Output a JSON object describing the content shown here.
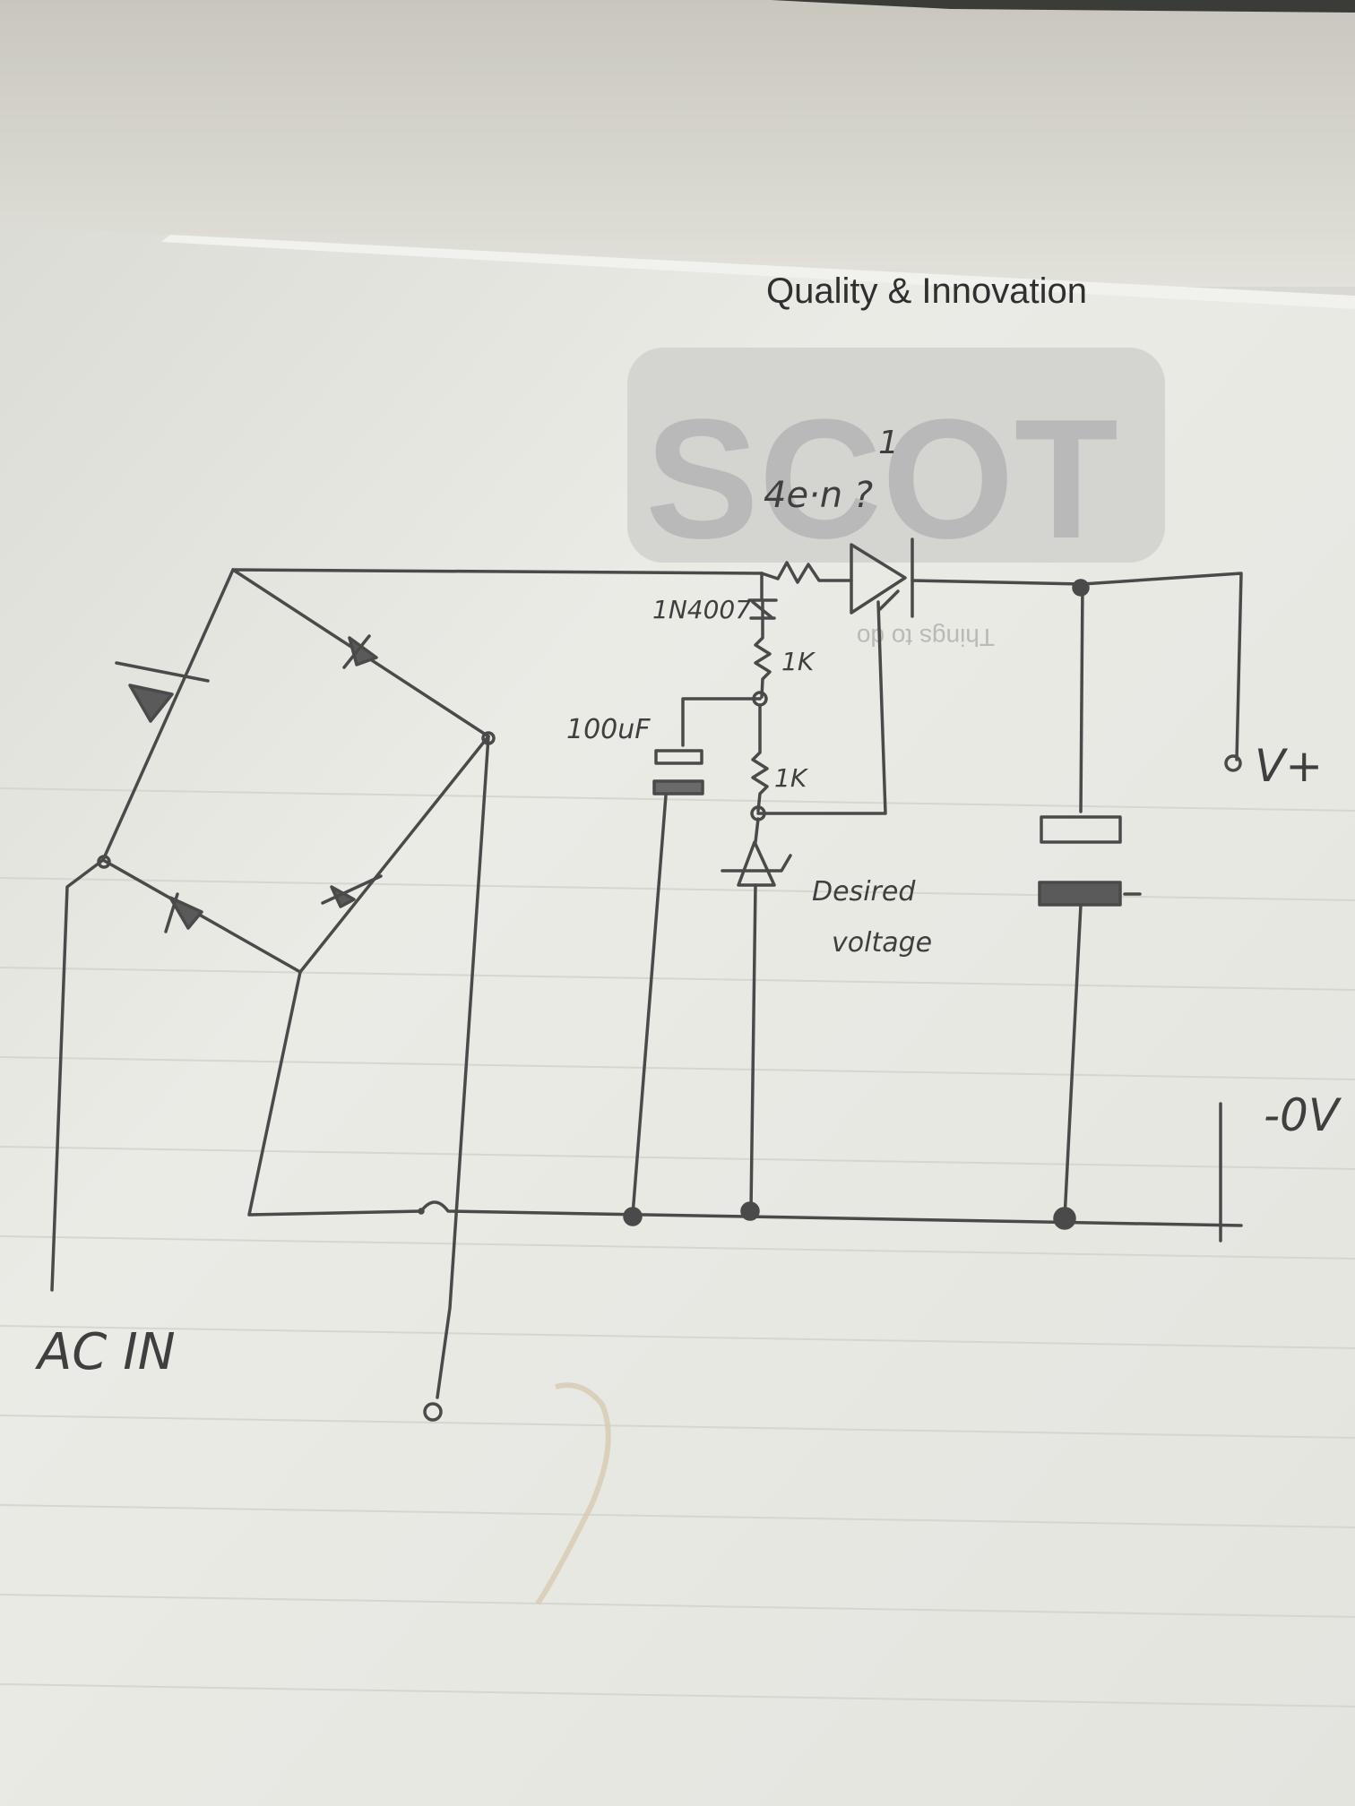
{
  "header_text": "Quality & Innovation",
  "watermark": {
    "logo_text": "SCOT",
    "caption": "Things to do"
  },
  "labels": {
    "diode_top_qty": "1",
    "diode_top_note": "4e·n ?",
    "diode_part": "1N4007",
    "resistor_1": "1K",
    "resistor_2": "1K",
    "capacitor": "100uF",
    "zener_note_line1": "Desired",
    "zener_note_line2": "voltage",
    "v_plus": "V+",
    "zero_v": "-0V",
    "ac_in": "AC IN"
  },
  "colors": {
    "paper": "#e8e8e3",
    "pencil": "#4a4a4a",
    "shadow": "#c9c7bf"
  }
}
